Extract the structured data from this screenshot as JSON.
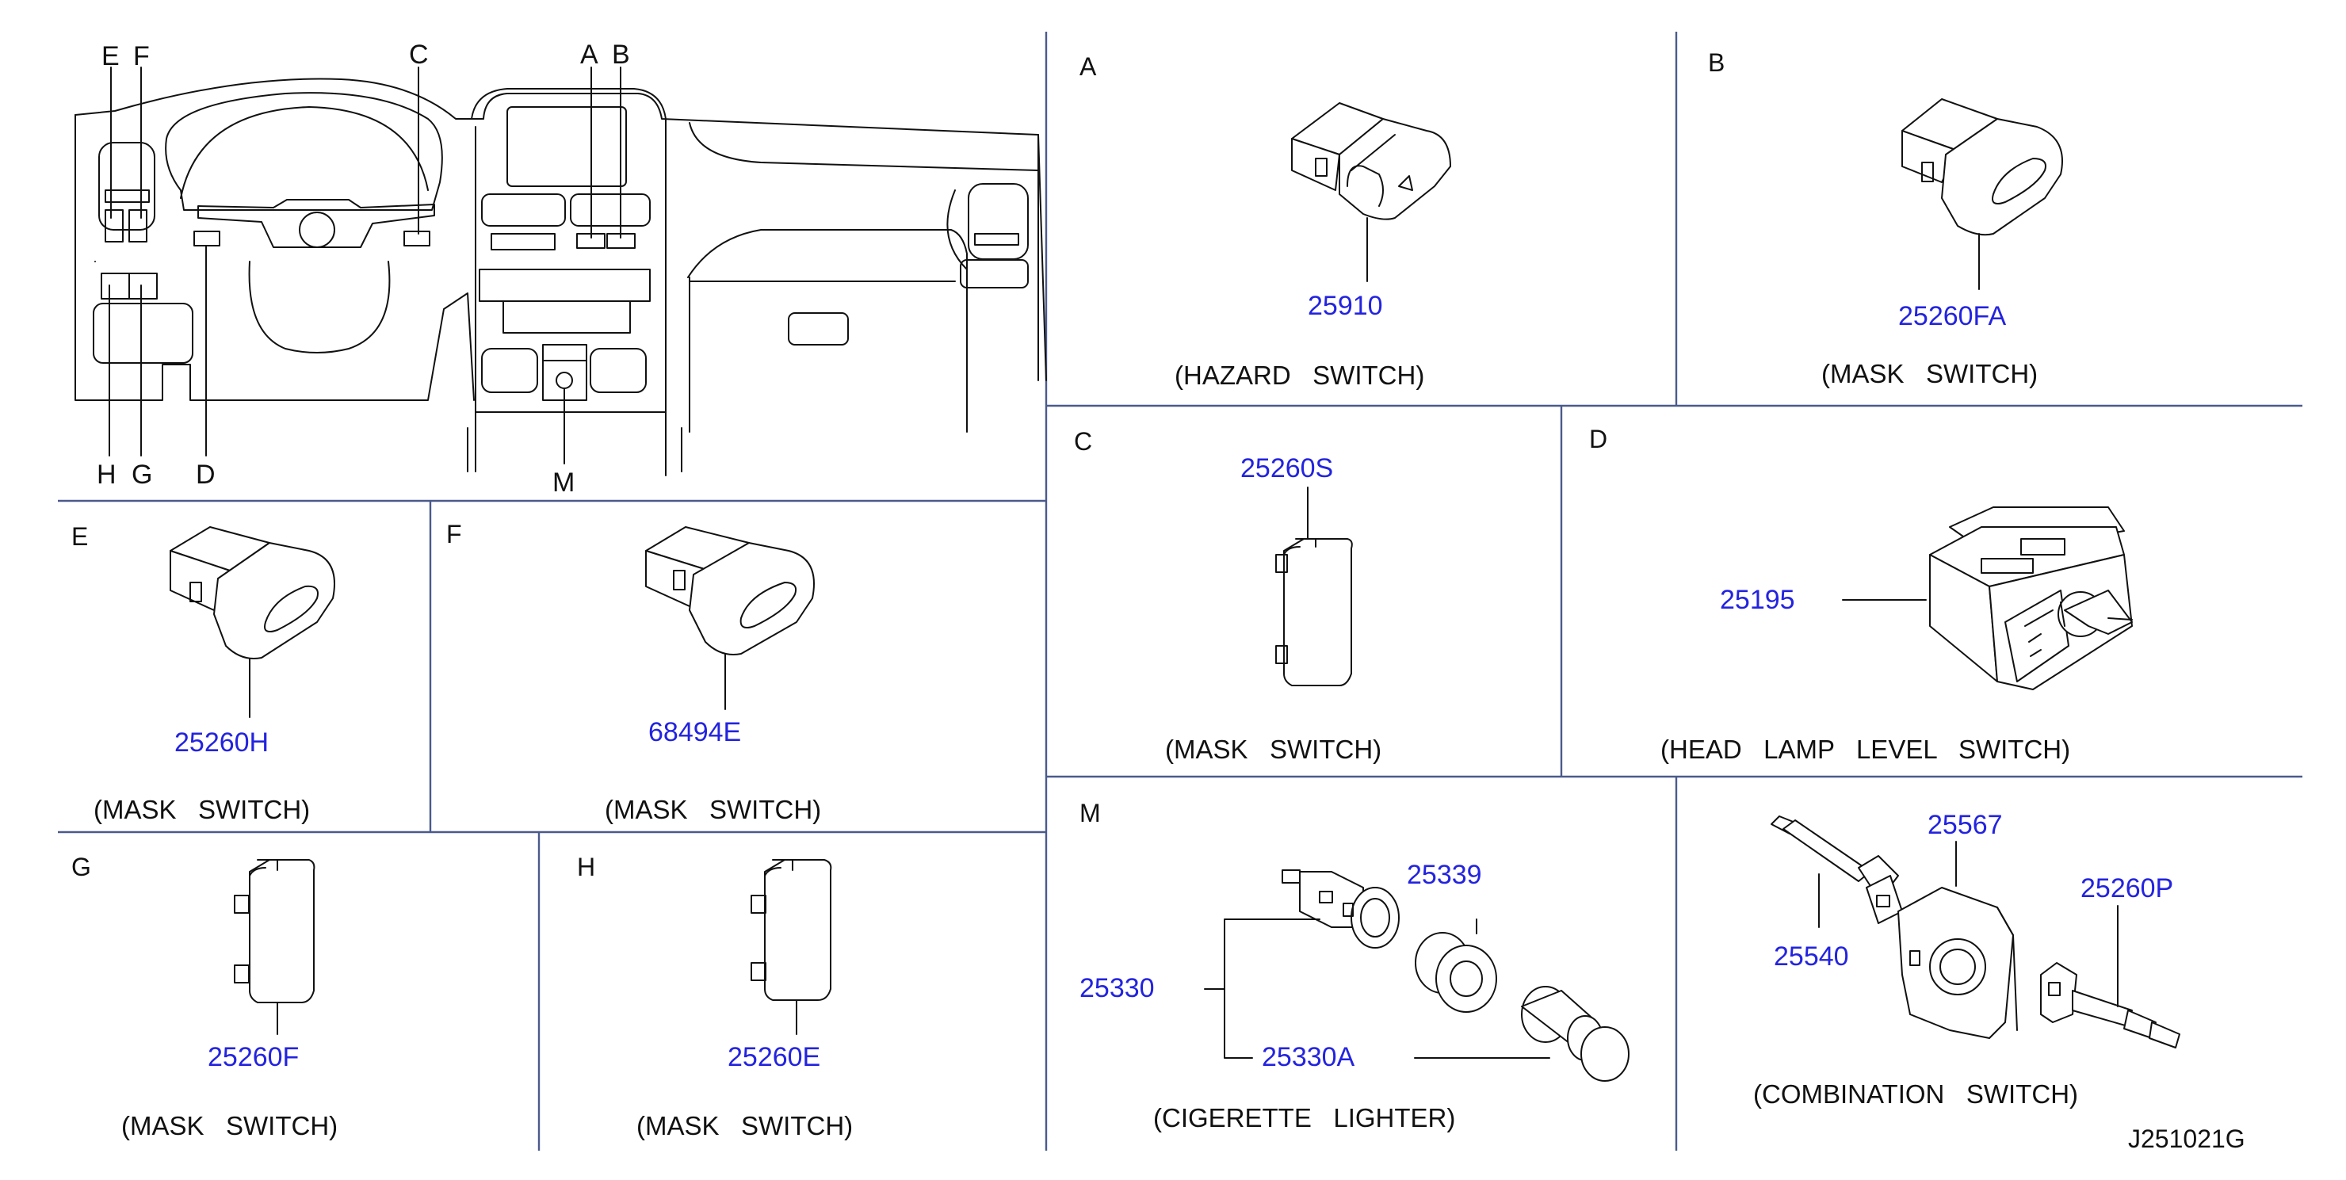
{
  "diagram_id": "J251021G",
  "overview": {
    "callouts": [
      "E",
      "F",
      "C",
      "A",
      "B",
      "H",
      "G",
      "D",
      "M"
    ]
  },
  "panels": {
    "A": {
      "letter": "A",
      "part": "25910",
      "caption": "(HAZARD   SWITCH)"
    },
    "B": {
      "letter": "B",
      "part": "25260FA",
      "caption": "(MASK   SWITCH)"
    },
    "C": {
      "letter": "C",
      "part": "25260S",
      "caption": "(MASK   SWITCH)"
    },
    "D": {
      "letter": "D",
      "part": "25195",
      "caption": "(HEAD   LAMP   LEVEL   SWITCH)"
    },
    "E": {
      "letter": "E",
      "part": "25260H",
      "caption": "(MASK   SWITCH)"
    },
    "F": {
      "letter": "F",
      "part": "68494E",
      "caption": "(MASK   SWITCH)"
    },
    "G": {
      "letter": "G",
      "part": "25260F",
      "caption": "(MASK   SWITCH)"
    },
    "H": {
      "letter": "H",
      "part": "25260E",
      "caption": "(MASK   SWITCH)"
    },
    "M": {
      "letter": "M",
      "parts": [
        "25330",
        "25339",
        "25330A"
      ],
      "caption": "(CIGERETTE   LIGHTER)"
    },
    "combination": {
      "parts": [
        "25567",
        "25260P",
        "25540"
      ],
      "caption": "(COMBINATION   SWITCH)"
    }
  }
}
